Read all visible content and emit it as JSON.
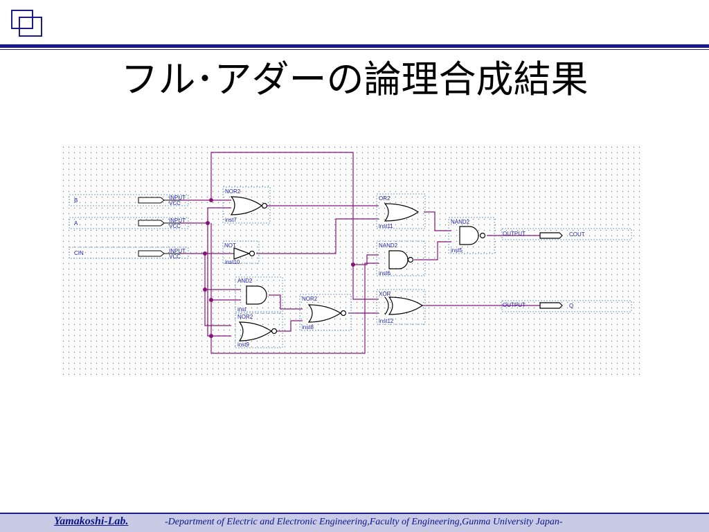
{
  "slide": {
    "title": "フル･アダーの論理合成結果"
  },
  "schematic": {
    "inputs": [
      {
        "name": "B",
        "type": "INPUT",
        "sub": "VCC"
      },
      {
        "name": "A",
        "type": "INPUT",
        "sub": "VCC"
      },
      {
        "name": "CIN",
        "type": "INPUT",
        "sub": "VCC"
      }
    ],
    "gates": [
      {
        "type": "NOR2",
        "inst": "inst7"
      },
      {
        "type": "NOT",
        "inst": "inst10"
      },
      {
        "type": "AND2",
        "inst": "inst"
      },
      {
        "type": "NOR2",
        "inst": "inst9"
      },
      {
        "type": "NOR2",
        "inst": "inst8"
      },
      {
        "type": "OR2",
        "inst": "inst11"
      },
      {
        "type": "NAND2",
        "inst": "inst6"
      },
      {
        "type": "XOR",
        "inst": "inst12"
      },
      {
        "type": "NAND2",
        "inst": "inst5"
      }
    ],
    "outputs": [
      {
        "name": "COUT",
        "type": "OUTPUT"
      },
      {
        "name": "Q",
        "type": "OUTPUT"
      }
    ]
  },
  "footer": {
    "lab": "Yamakoshi-Lab.",
    "dept": "-Department of Electric and Electronic Engineering,Faculty of Engineering,Gunma University Japan-"
  }
}
